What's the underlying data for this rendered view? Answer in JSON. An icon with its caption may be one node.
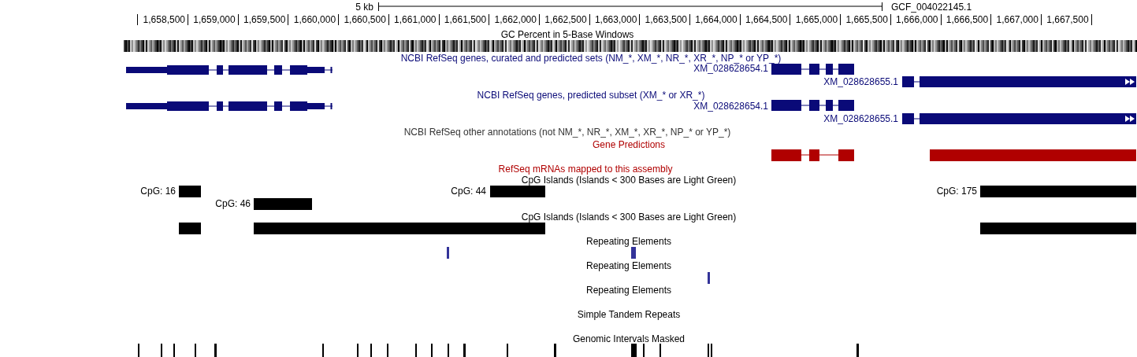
{
  "diagram": {
    "labels": [
      "5 kb",
      "GCF_004022145.1",
      "1,658,500",
      "1,659,000",
      "1,659,500",
      "1,660,000",
      "1,660,500",
      "1,661,000",
      "1,661,500",
      "1,662,000",
      "1,662,500",
      "1,663,000",
      "1,663,500",
      "1,664,000",
      "1,664,500",
      "1,665,000",
      "1,665,500",
      "1,666,000",
      "1,666,500",
      "1,667,000",
      "1,667,500",
      "GC Percent in 5-Base Windows",
      "NCBI RefSeq genes, curated and predicted sets (NM_*, XM_*, NR_*, XR_*, NP_* or YP_*)",
      "XM_028628654.1",
      "XM_028628655.1",
      "NCBI RefSeq genes, predicted subset (XM_* or XR_*)",
      "XM_028628654.1",
      "XM_028628655.1",
      "NCBI RefSeq other annotations (not NM_*, NR_*, XM_*, XR_*, NP_* or YP_*)",
      "Gene Predictions",
      "RefSeq mRNAs mapped to this assembly",
      "CpG Islands (Islands < 300 Bases are Light Green)",
      "CpG: 16",
      "CpG: 44",
      "CpG: 175",
      "CpG: 46",
      "CpG Islands (Islands < 300 Bases are Light Green)",
      "Repeating Elements",
      "Repeating Elements",
      "Repeating Elements",
      "Simple Tandem Repeats",
      "Genomic Intervals Masked"
    ]
  }
}
